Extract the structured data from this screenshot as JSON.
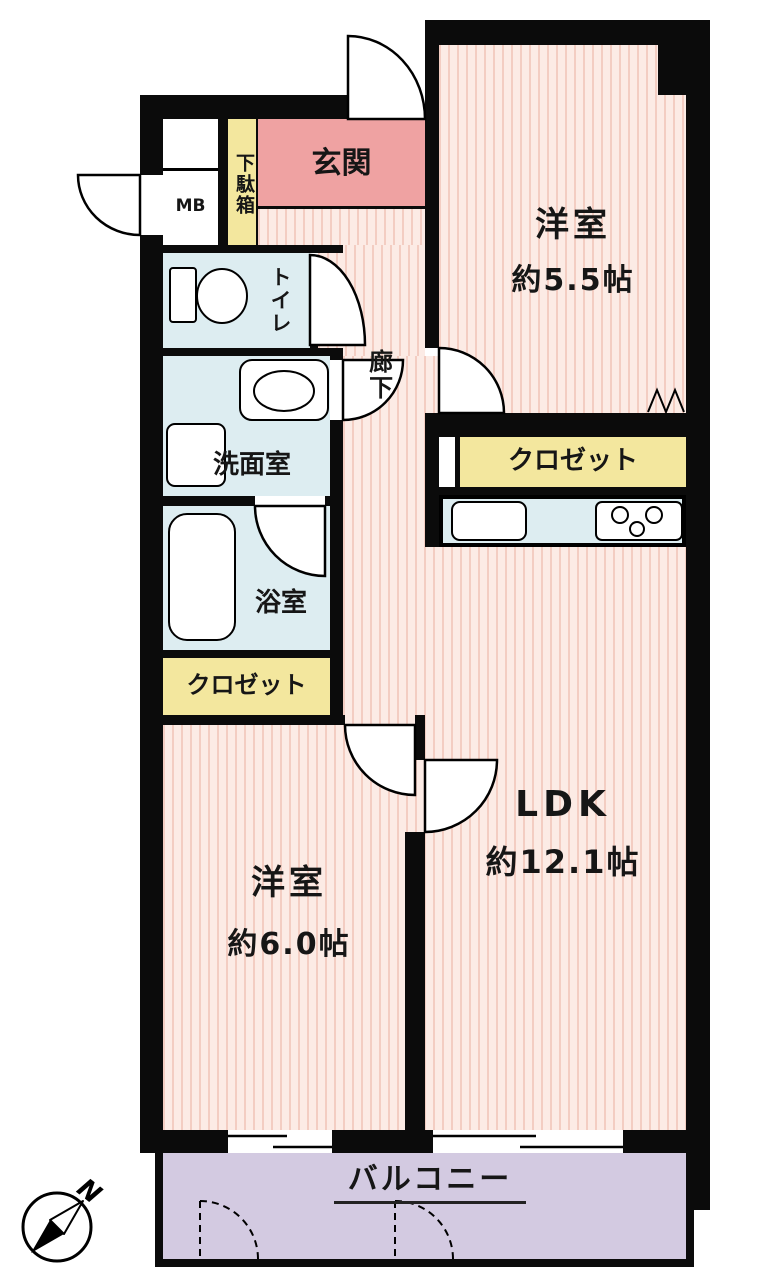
{
  "rooms": {
    "genkan": {
      "label": "玄関"
    },
    "getabako": {
      "label": "下駄箱"
    },
    "meter_box": {
      "label": "MB"
    },
    "toilet": {
      "label": "トイレ"
    },
    "corridor": {
      "label": "廊下"
    },
    "washroom": {
      "label": "洗面室"
    },
    "bathroom": {
      "label": "浴室"
    },
    "closet_left": {
      "label": "クロゼット"
    },
    "closet_right": {
      "label": "クロゼット"
    },
    "western_room_55": {
      "label": "洋室",
      "size": "約5.5帖"
    },
    "western_room_60": {
      "label": "洋室",
      "size": "約6.0帖"
    },
    "ldk": {
      "label": "LDK",
      "size": "約12.1帖"
    },
    "balcony": {
      "label": "バルコニー"
    }
  },
  "compass": {
    "north_label": "N"
  },
  "colors": {
    "wall": "#0b0b0b",
    "flooring_bg": "#fcebe5",
    "flooring_stripe": "#f3cdc2",
    "entrance": "#efa2a2",
    "storage": "#f3e79e",
    "wet_area": "#ddedf1",
    "balcony": "#d3cae1"
  }
}
